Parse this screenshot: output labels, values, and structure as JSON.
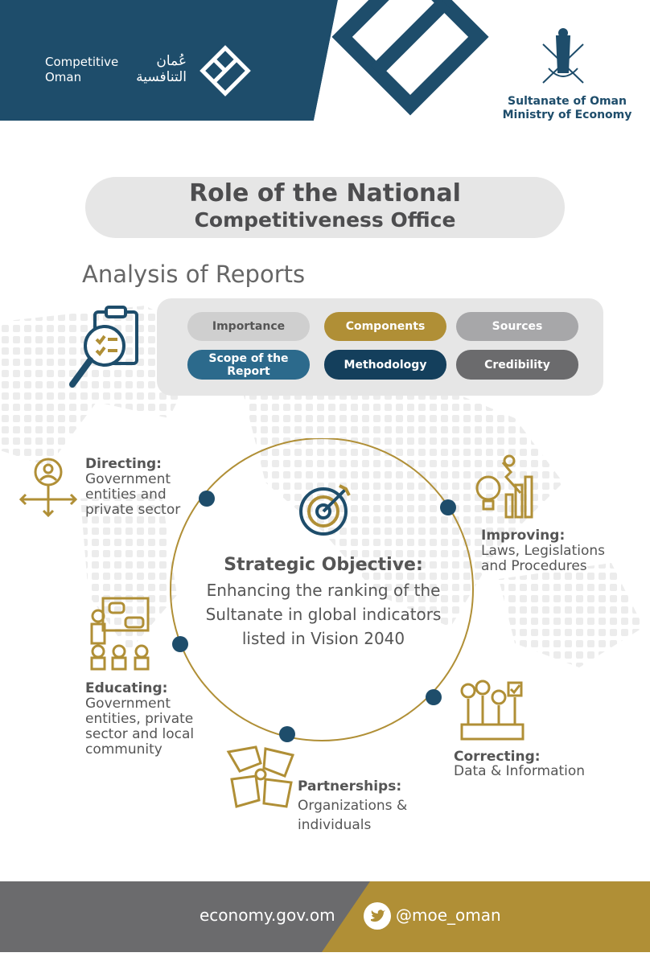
{
  "colors": {
    "navy": "#1e4d6b",
    "gold": "#b08f36",
    "grey": "#6b6b6d",
    "light": "#e6e6e6"
  },
  "header": {
    "brand_en_line1": "Competitive",
    "brand_en_line2": "Oman",
    "brand_ar_line1": "عُمان",
    "brand_ar_line2": "التنافسية",
    "ministry_line1": "Sultanate of Oman",
    "ministry_line2": "Ministry of Economy"
  },
  "title": {
    "line1": "Role of the National",
    "line2": "Competitiveness Office"
  },
  "analysis": {
    "heading": "Analysis of Reports",
    "pills": [
      {
        "label": "Importance",
        "color": "#cfcfcf",
        "text": "#555555"
      },
      {
        "label": "Components",
        "color": "#b08f36",
        "text": "#ffffff"
      },
      {
        "label": "Sources",
        "color": "#a7a7a9",
        "text": "#ffffff"
      },
      {
        "label": "Scope of the Report",
        "color": "#2c6a8c",
        "text": "#ffffff"
      },
      {
        "label": "Methodology",
        "color": "#143f5c",
        "text": "#ffffff"
      },
      {
        "label": "Credibility",
        "color": "#6b6b6d",
        "text": "#ffffff"
      }
    ]
  },
  "objective": {
    "heading": "Strategic Objective:",
    "line1": "Enhancing the ranking of the",
    "line2": "Sultanate in global indicators",
    "line3": "listed in Vision 2040"
  },
  "roles": {
    "directing": {
      "heading": "Directing:",
      "l1": "Government",
      "l2": "entities and",
      "l3": "private sector"
    },
    "improving": {
      "heading": "Improving:",
      "l1": "Laws, Legislations",
      "l2": "and Procedures"
    },
    "educating": {
      "heading": "Educating:",
      "l1": "Government",
      "l2": "entities, private",
      "l3": "sector and local",
      "l4": "community"
    },
    "partnerships": {
      "heading": "Partnerships:",
      "l1": "Organizations &",
      "l2": "individuals"
    },
    "correcting": {
      "heading": "Correcting:",
      "l1": "Data & Information"
    }
  },
  "footer": {
    "website": "economy.gov.om",
    "twitter": "@moe_oman"
  }
}
